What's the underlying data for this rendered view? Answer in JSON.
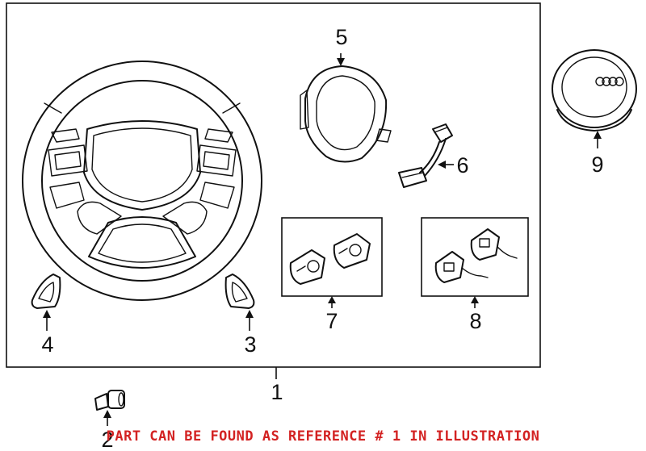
{
  "callouts": {
    "c1": "1",
    "c2": "2",
    "c3": "3",
    "c4": "4",
    "c5": "5",
    "c6": "6",
    "c7": "7",
    "c8": "8",
    "c9": "9"
  },
  "notice": "PART CAN BE FOUND AS REFERENCE # 1 IN ILLUSTRATION",
  "colors": {
    "notice": "#d32222",
    "line": "#111111"
  },
  "icons": {
    "emblem": "four-rings-logo"
  }
}
